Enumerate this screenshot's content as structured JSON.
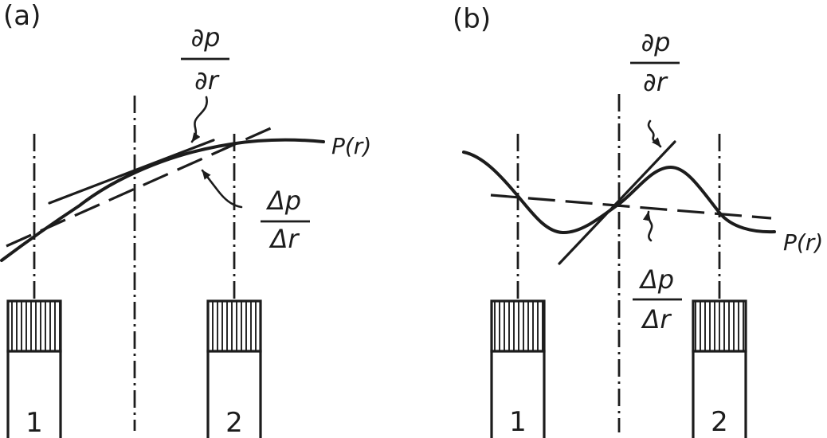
{
  "colors": {
    "ink": "#1c1c1c",
    "background": "#ffffff"
  },
  "panel_a": {
    "tag": "(a)",
    "derivative_label": {
      "numerator": "∂p",
      "denominator": "∂r"
    },
    "difference_label": {
      "numerator": "Δp",
      "denominator": "Δr"
    },
    "curve_label": "P(r)",
    "well_1_label": "1",
    "well_2_label": "2"
  },
  "panel_b": {
    "tag": "(b)",
    "derivative_label": {
      "numerator": "∂p",
      "denominator": "∂r"
    },
    "difference_label": {
      "numerator": "Δp",
      "denominator": "Δr"
    },
    "curve_label": "P(r)",
    "well_1_label": "1",
    "well_2_label": "2"
  }
}
